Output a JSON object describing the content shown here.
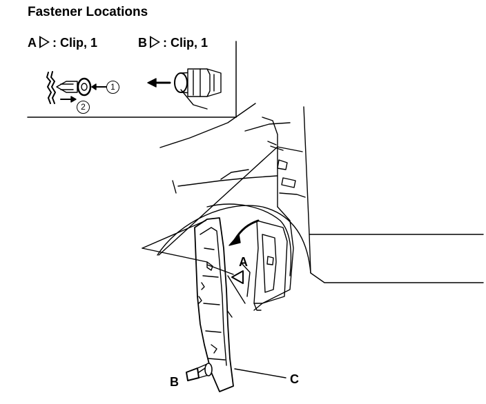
{
  "title": "Fastener Locations",
  "legend": {
    "a": {
      "letter": "A",
      "label": ": Clip, 1"
    },
    "b": {
      "letter": "B",
      "label": ": Clip, 1"
    }
  },
  "steps": {
    "one": "1",
    "two": "2"
  },
  "callouts": {
    "a": "A",
    "b": "B",
    "c": "C"
  }
}
